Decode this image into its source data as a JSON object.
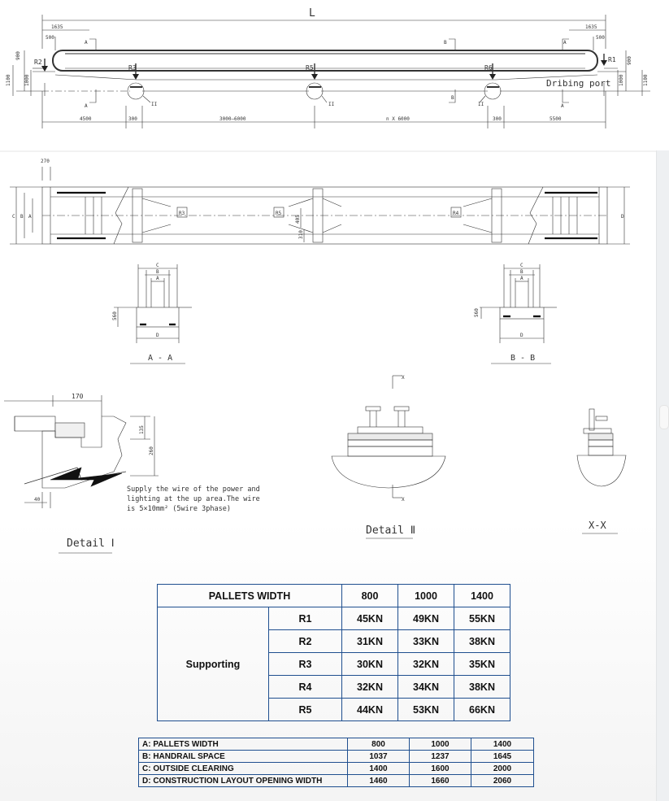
{
  "drawing_labels": {
    "length": "L",
    "dim_1635_left": "1635",
    "dim_500_left": "500",
    "dim_1635_right": "1635",
    "dim_500_right": "500",
    "section_a": "A",
    "section_b": "B",
    "r1": "R1",
    "r2": "R2",
    "r3": "R3",
    "r4": "R4",
    "r5": "R5",
    "r6": "R6",
    "dribing_port": "Dribing port",
    "dim_4500": "4500",
    "dim_300": "300",
    "dim_3000_6000": "3000—6000",
    "dim_nx6000": "n X 6000",
    "dim_5500": "5500",
    "dim_900": "900",
    "dim_1000": "1000",
    "dim_1100": "1100",
    "roman_1": "I",
    "roman_2": "II",
    "dim_270": "270",
    "dim_c": "C",
    "dim_b": "B",
    "dim_a": "A",
    "dim_d": "D",
    "dim_405": "405",
    "dim_310": "310",
    "dim_560": "560",
    "section_aa": "A - A",
    "section_bb": "B - B",
    "dim_170": "170",
    "dim_135": "135",
    "dim_260": "260",
    "dim_40": "40",
    "wire_note_1": "Supply the wire of the power and",
    "wire_note_2": "lighting at the up area.The wire",
    "wire_note_3": "is 5×10mm² (5wire 3phase)",
    "detail_1": "Detail Ⅰ",
    "detail_2": "Detail Ⅱ",
    "section_xx": "X-X",
    "x_mark": "X"
  },
  "support_table": {
    "header": "PALLETS WIDTH",
    "widths": [
      "800",
      "1000",
      "1400"
    ],
    "group_label": "Supporting",
    "rows": [
      {
        "name": "R1",
        "values": [
          "45KN",
          "49KN",
          "55KN"
        ]
      },
      {
        "name": "R2",
        "values": [
          "31KN",
          "33KN",
          "38KN"
        ]
      },
      {
        "name": "R3",
        "values": [
          "30KN",
          "32KN",
          "35KN"
        ]
      },
      {
        "name": "R4",
        "values": [
          "32KN",
          "34KN",
          "38KN"
        ]
      },
      {
        "name": "R5",
        "values": [
          "44KN",
          "53KN",
          "66KN"
        ]
      }
    ]
  },
  "dimension_table": {
    "rows": [
      {
        "label": "A:  PALLETS WIDTH",
        "values": [
          "800",
          "1000",
          "1400"
        ]
      },
      {
        "label": "B:  HANDRAIL SPACE",
        "values": [
          "1037",
          "1237",
          "1645"
        ]
      },
      {
        "label": "C:  OUTSIDE CLEARING",
        "values": [
          "1400",
          "1600",
          "2000"
        ]
      },
      {
        "label": "D:  CONSTRUCTION LAYOUT OPENING WIDTH",
        "values": [
          "1460",
          "1660",
          "2060"
        ]
      }
    ]
  }
}
